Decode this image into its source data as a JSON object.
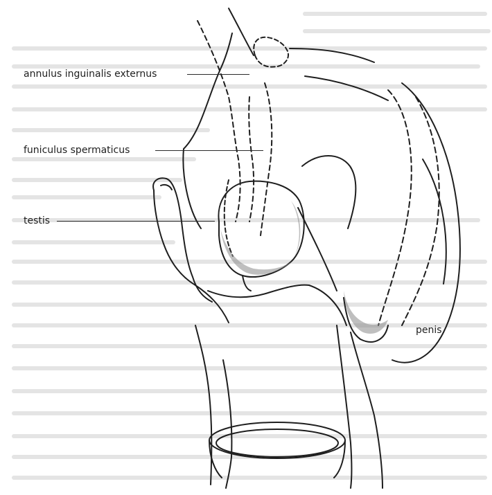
{
  "labels": {
    "annulus": "annulus inguinalis externus",
    "funiculus": "funiculus spermaticus",
    "testis": "testis",
    "penis": "penis"
  },
  "colors": {
    "ink": "#1e1e1e",
    "bleed_through_text": "#d9d9d9",
    "background": "#ffffff"
  }
}
